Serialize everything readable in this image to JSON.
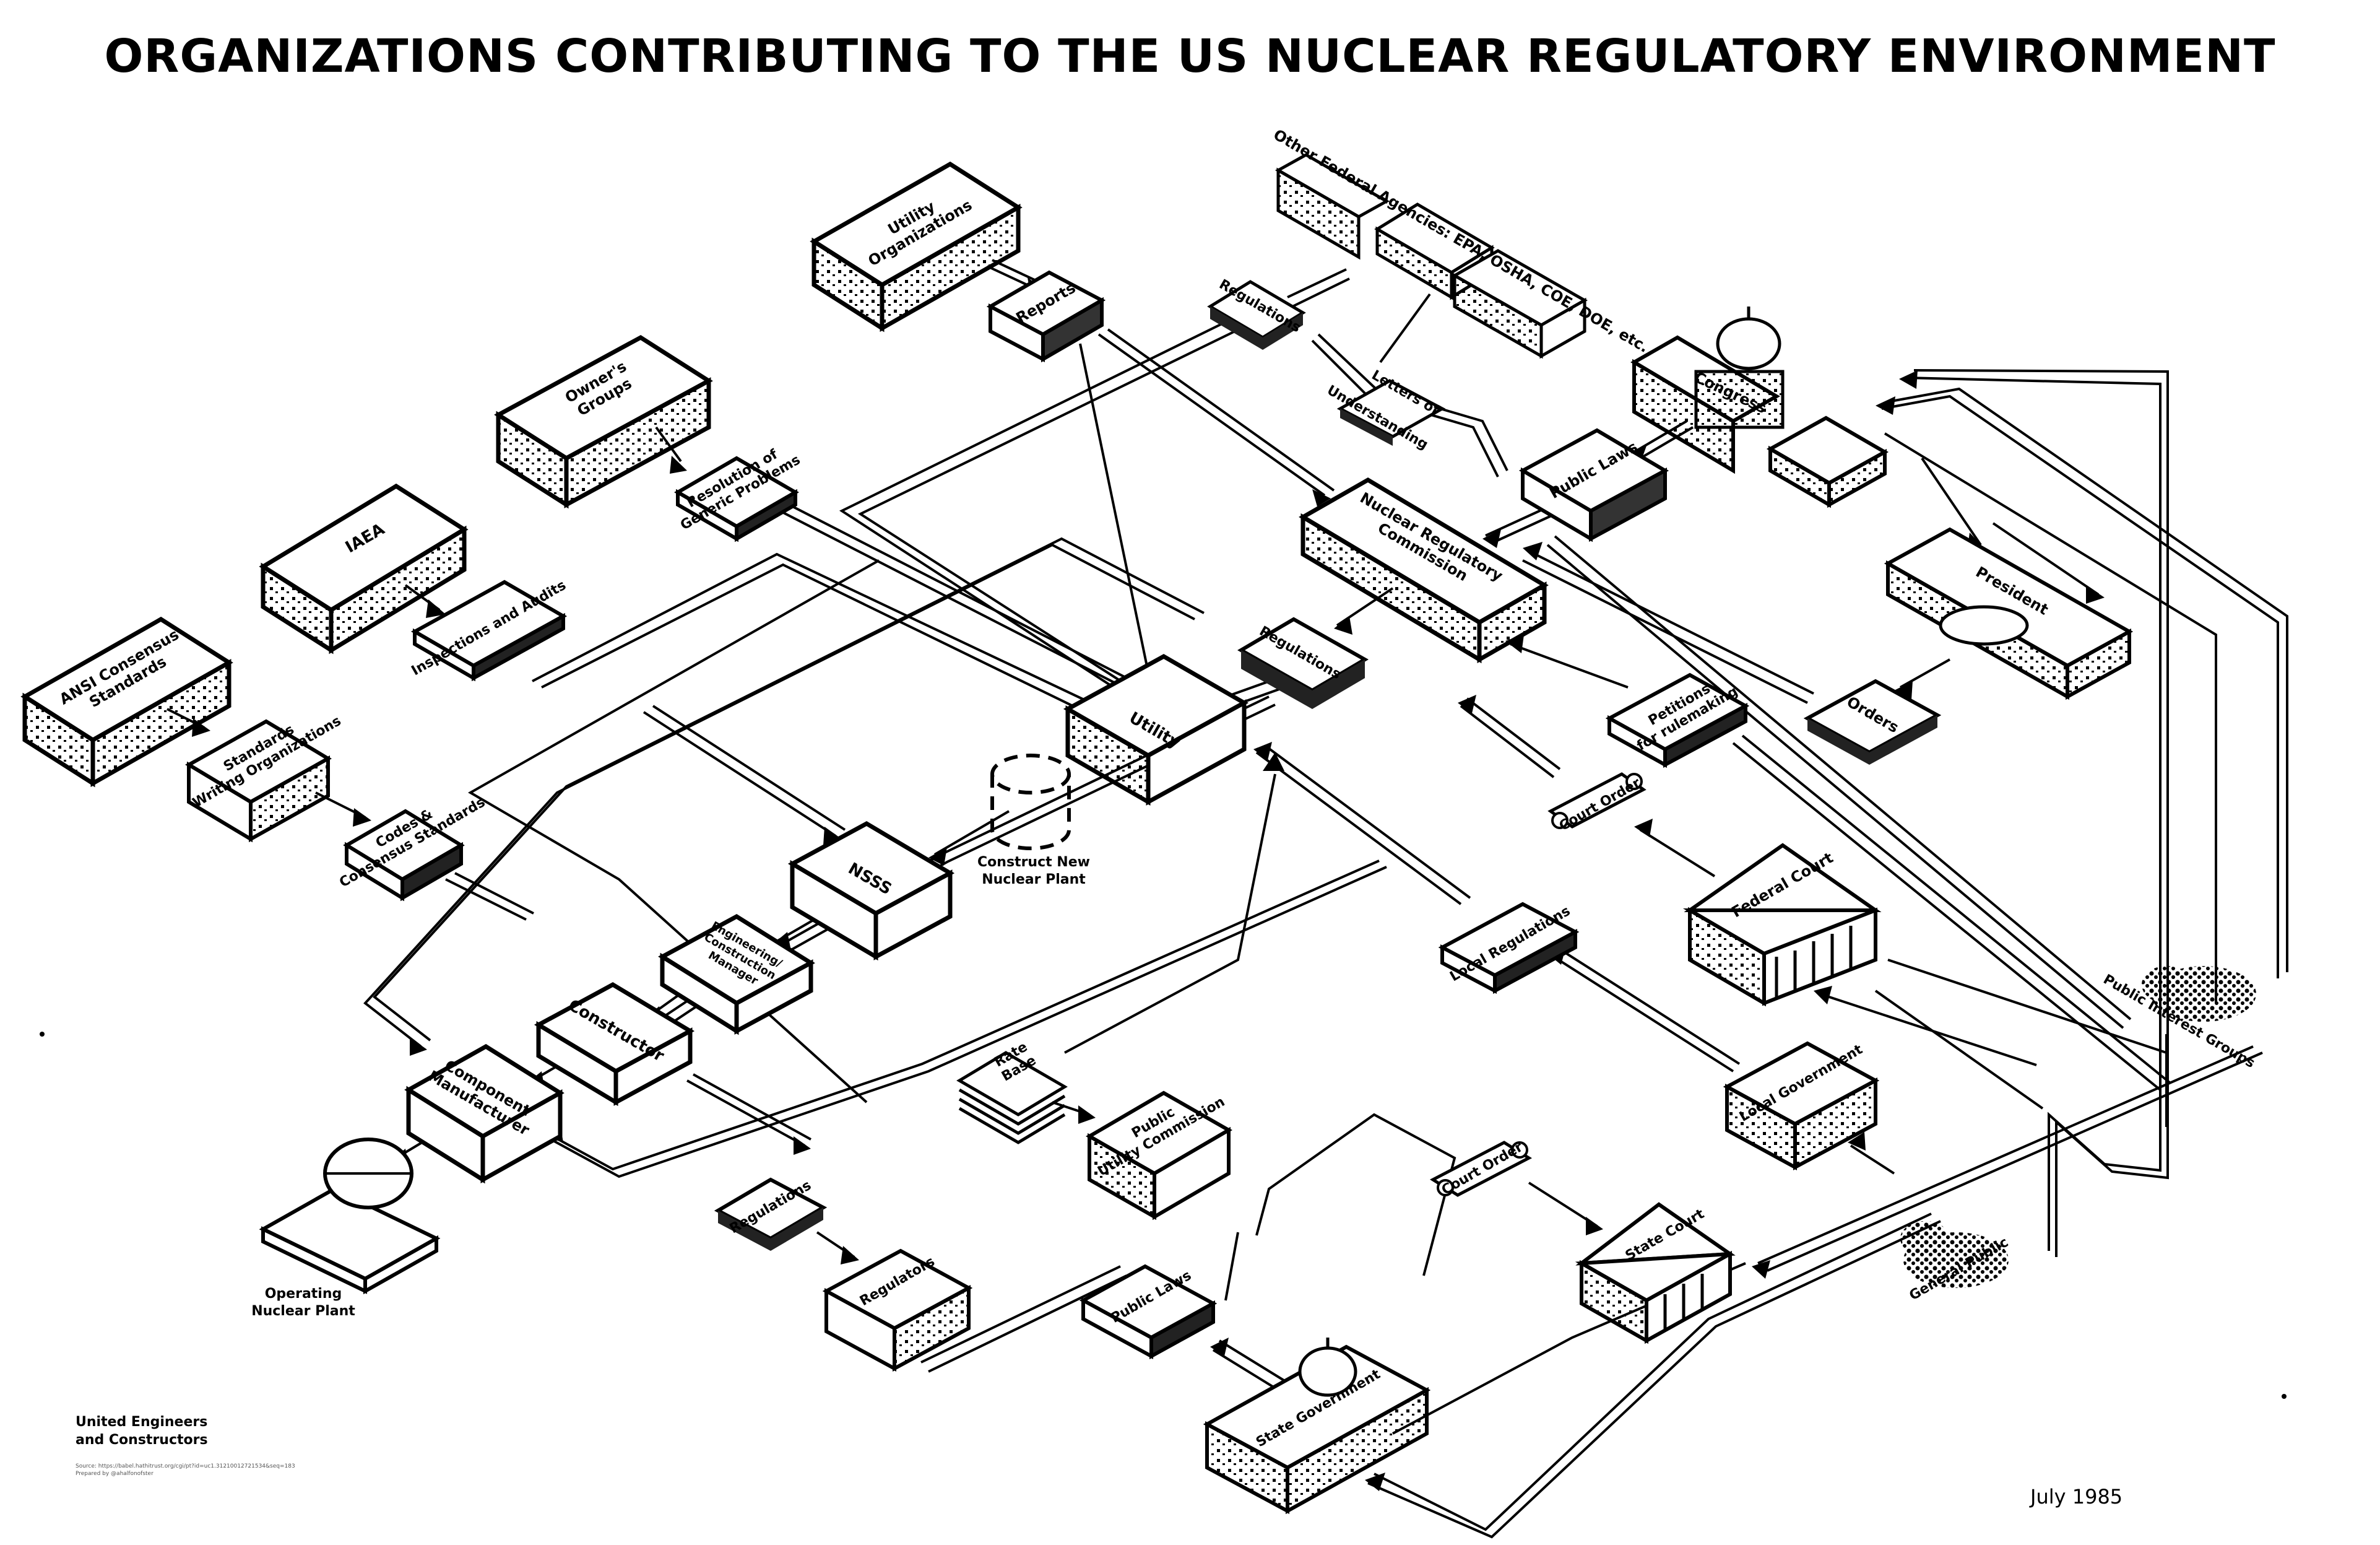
{
  "title": "ORGANIZATIONS CONTRIBUTING TO THE US NUCLEAR REGULATORY ENVIRONMENT",
  "labels": {
    "other_federal": "Other Federal Agencies: EPA, OSHA, COE, DOE, etc.",
    "utility_orgs_1": "Utility",
    "utility_orgs_2": "Organizations",
    "reports": "Reports",
    "regulations_top": "Regulations",
    "letters_1": "Letters of",
    "letters_2": "Understanding",
    "congress": "Congress",
    "owners_1": "Owner's",
    "owners_2": "Groups",
    "resolution_1": "Resolution of",
    "resolution_2": "Generic Problems",
    "public_laws_top": "Public Laws",
    "nrc_1": "Nuclear Regulatory",
    "nrc_2": "Commission",
    "iaea": "IAEA",
    "inspections": "Inspections and Audits",
    "president": "President",
    "regulations_nrc": "Regulations",
    "ansi_1": "ANSI Consensus",
    "ansi_2": "Standards",
    "standards_1": "Standards",
    "standards_2": "Writing Organizations",
    "utility": "Utility",
    "petitions_1": "Petitions",
    "petitions_2": "for rulemaking",
    "orders": "Orders",
    "codes_1": "Codes &",
    "codes_2": "Consensus Standards",
    "court_order_top": "Court Order",
    "construct_1": "Construct New",
    "construct_2": "Nuclear Plant",
    "nsss": "NSSS",
    "federal_court": "Federal Court",
    "eng_1": "Engineering/",
    "eng_2": "Construction",
    "eng_3": "Manager",
    "local_regulations": "Local Regulations",
    "constructor": "Constructor",
    "public_interest": "Public Interest Groups",
    "component_1": "Component",
    "component_2": "Manufacturer",
    "rate_1": "Rate",
    "rate_2": "Base",
    "local_government": "Local Government",
    "puc_1": "Public",
    "puc_2": "Utility Commission",
    "court_order_bottom": "Court Order",
    "operating_1": "Operating",
    "operating_2": "Nuclear  Plant",
    "regulations_bottom": "Regulations",
    "state_court": "State Court",
    "general_public": "General Public",
    "regulators": "Regulators",
    "public_laws_bottom": "Public Laws",
    "state_government": "State Government"
  },
  "footer": {
    "company_1": "United Engineers",
    "company_2": "and Constructors",
    "source_1": "Source: https://babel.hathitrust.org/cgi/pt?id=uc1.31210012721534&seq=183",
    "source_2": "Prepared by @ahalfonofster",
    "date": "July 1985"
  }
}
